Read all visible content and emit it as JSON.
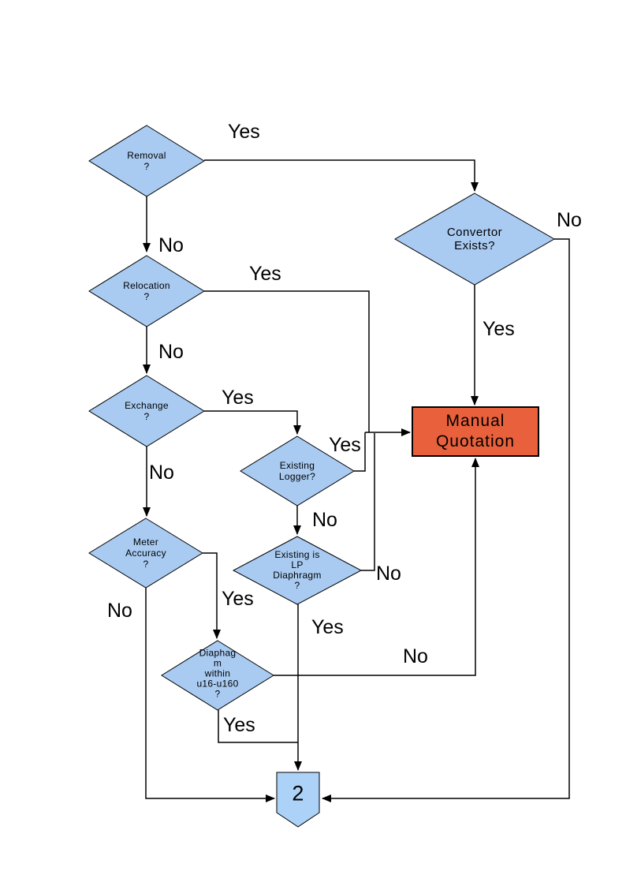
{
  "colors": {
    "background": "#FFFFFF",
    "decision_fill": "#A9CBF2",
    "connector_fill": "#ADD2F8",
    "terminal_fill": "#E8613C",
    "shape_border": "#000000",
    "line_color": "#000000"
  },
  "nodes": {
    "removal": {
      "type": "decision",
      "label": "Removal\n?"
    },
    "convertor_exists": {
      "type": "decision",
      "label": "Convertor\nExists?"
    },
    "relocation": {
      "type": "decision",
      "label": "Relocation\n?"
    },
    "exchange": {
      "type": "decision",
      "label": "Exchange\n?"
    },
    "existing_logger": {
      "type": "decision",
      "label": "Existing\nLogger?"
    },
    "meter_accuracy": {
      "type": "decision",
      "label": "Meter\nAccuracy\n?"
    },
    "existing_lp_diaphragm": {
      "type": "decision",
      "label": "Existing is\nLP\nDiaphragm\n?"
    },
    "diaphragm_within": {
      "type": "decision",
      "label": "Diaphag\nm\nwithin\nu16-u160\n?"
    },
    "manual_quotation": {
      "type": "terminal",
      "label": "Manual\nQuotation"
    },
    "offpage_connector": {
      "type": "connector",
      "label": "2"
    }
  },
  "edge_labels": [
    {
      "id": "removal-yes",
      "text": "Yes"
    },
    {
      "id": "removal-no",
      "text": "No"
    },
    {
      "id": "convertor-yes",
      "text": "Yes"
    },
    {
      "id": "convertor-no",
      "text": "No"
    },
    {
      "id": "relocation-yes",
      "text": "Yes"
    },
    {
      "id": "relocation-no",
      "text": "No"
    },
    {
      "id": "exchange-yes",
      "text": "Yes"
    },
    {
      "id": "exchange-no",
      "text": "No"
    },
    {
      "id": "logger-yes",
      "text": "Yes"
    },
    {
      "id": "logger-no",
      "text": "No"
    },
    {
      "id": "lp-yes",
      "text": "Yes"
    },
    {
      "id": "lp-no",
      "text": "No"
    },
    {
      "id": "accuracy-yes",
      "text": "Yes"
    },
    {
      "id": "accuracy-no",
      "text": "No"
    },
    {
      "id": "diaphragm-yes",
      "text": "Yes"
    },
    {
      "id": "diaphragm-no",
      "text": "No"
    }
  ]
}
